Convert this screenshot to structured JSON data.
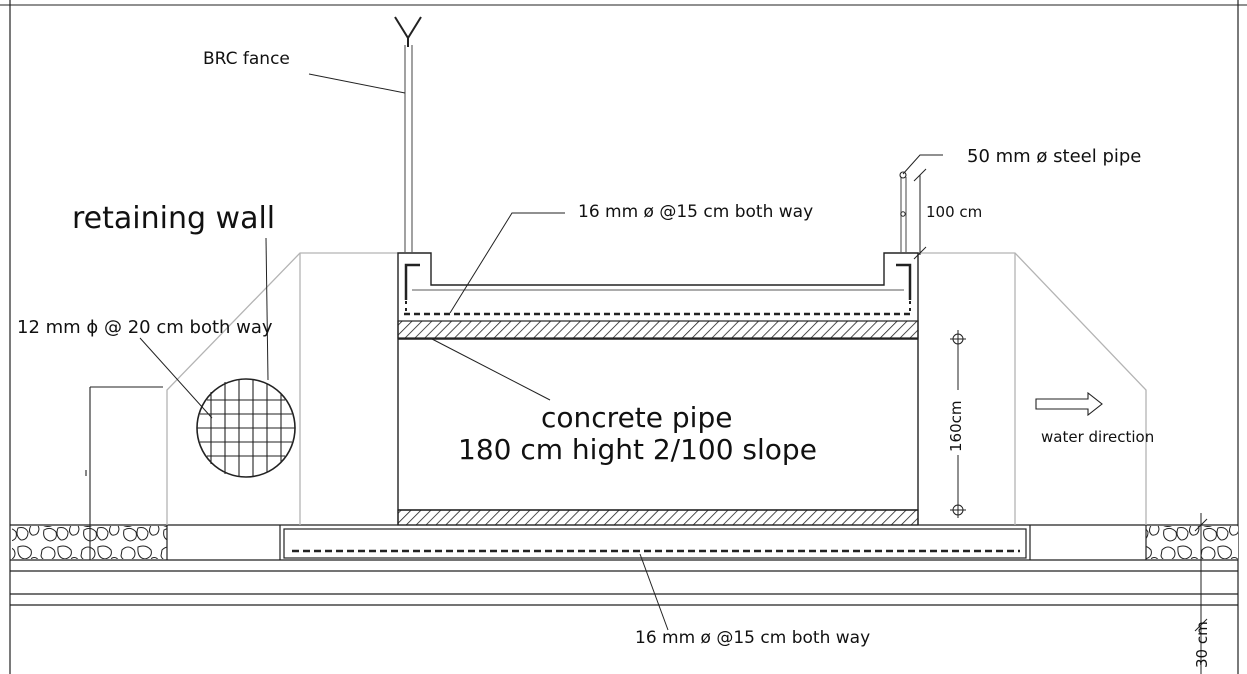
{
  "labels": {
    "brc_fence": "BRC fance",
    "retaining_wall": "retaining wall",
    "rebar_12mm": "12 mm ϕ @ 20 cm both way",
    "rebar_16mm_top": "16 mm ø @15 cm both way",
    "steel_pipe": "50 mm ø steel pipe",
    "height_100": "100 cm",
    "pipe_title": "concrete pipe",
    "pipe_spec": "180 cm hight 2/100 slope",
    "dim_160": "160cm",
    "water_direction": "water direction",
    "rebar_16mm_bottom": "16 mm ø @15 cm both way",
    "dim_30": "30 cm"
  },
  "colors": {
    "line": "#111111",
    "wall_outline": "#b4b4b4",
    "frame": "#222222"
  }
}
